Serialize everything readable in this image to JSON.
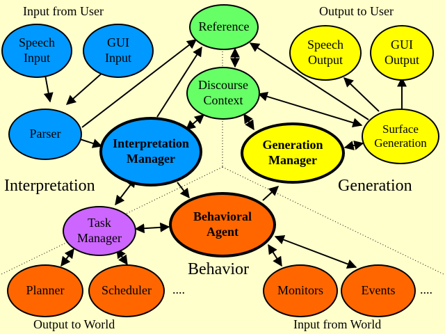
{
  "colors": {
    "background": "#ffffcc",
    "input_blue": "#0099ff",
    "output_yellow": "#ffff00",
    "reference_green": "#66ff66",
    "behavior_orange": "#ff6600",
    "task_purple": "#cc66ff"
  },
  "labels": {
    "input_from_user": "Input from User",
    "output_to_user": "Output to User",
    "output_to_world": "Output to World",
    "input_from_world": "Input from World",
    "interpretation": "Interpretation",
    "generation": "Generation",
    "behavior": "Behavior",
    "ellipsis_left": "....",
    "ellipsis_right": "...."
  },
  "nodes": {
    "speech_input": "Speech\nInput",
    "gui_input": "GUI\nInput",
    "parser": "Parser",
    "reference": "Reference",
    "discourse_context": "Discourse\nContext",
    "interpretation_manager": "Interpretation\nManager",
    "generation_manager": "Generation\nManager",
    "speech_output": "Speech\nOutput",
    "gui_output": "GUI\nOutput",
    "surface_generation": "Surface\nGeneration",
    "task_manager": "Task\nManager",
    "behavioral_agent": "Behavioral\nAgent",
    "planner": "Planner",
    "scheduler": "Scheduler",
    "monitors": "Monitors",
    "events": "Events"
  }
}
